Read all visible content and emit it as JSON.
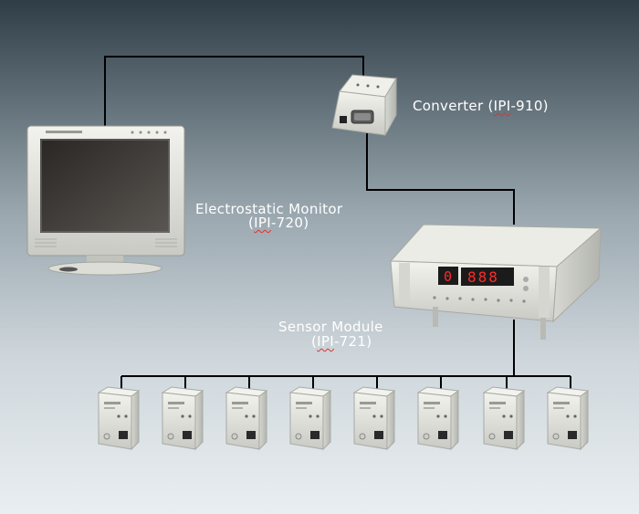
{
  "labels": {
    "converter": {
      "prefix": "Converter (",
      "model": "IPI",
      "suffix": "-910)"
    },
    "monitor_title": "Electrostatic Monitor",
    "monitor_model": {
      "prefix": "(",
      "model": "IPI",
      "suffix": "-720)"
    },
    "sensor_title": "Sensor Module",
    "sensor_model": {
      "prefix": "(",
      "model": "IPI",
      "suffix": "-721)"
    }
  },
  "sensor_modules": [
    {
      "label": "IPI-721"
    },
    {
      "label": "IPI-721"
    },
    {
      "label": "IPI-721"
    },
    {
      "label": "IPI-721"
    },
    {
      "label": "IPI-721"
    },
    {
      "label": "IPI-721"
    },
    {
      "label": "IPI-721"
    },
    {
      "label": "IPI-721"
    }
  ],
  "monitor_display": {
    "digit": "0",
    "reading": "888"
  },
  "colors": {
    "cable": "#000000",
    "display_led": "#ff2a2a",
    "label_text": "#ffffff"
  }
}
